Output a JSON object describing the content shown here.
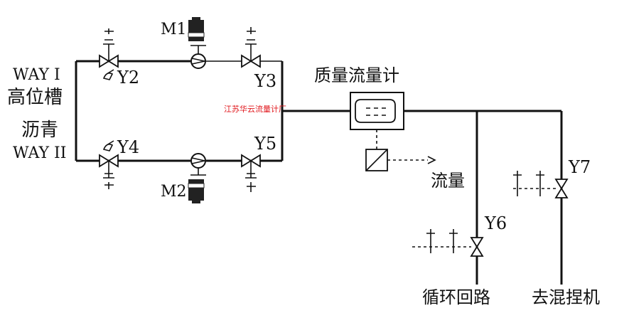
{
  "labels": {
    "way1": "WAY I",
    "tank": "高位槽",
    "asphalt": "沥青",
    "way2": "WAY II",
    "m1": "M1",
    "m2": "M2",
    "y2": "Y2",
    "y3": "Y3",
    "y4": "Y4",
    "y5": "Y5",
    "y6": "Y6",
    "y7": "Y7",
    "flowmeter": "质量流量计",
    "flow": "流量",
    "circulation": "循环回路",
    "to_kneader": "去混捏机"
  },
  "watermark": "江苏华云流量计厂",
  "colors": {
    "line": "#111111",
    "watermark": "#e0161b"
  }
}
